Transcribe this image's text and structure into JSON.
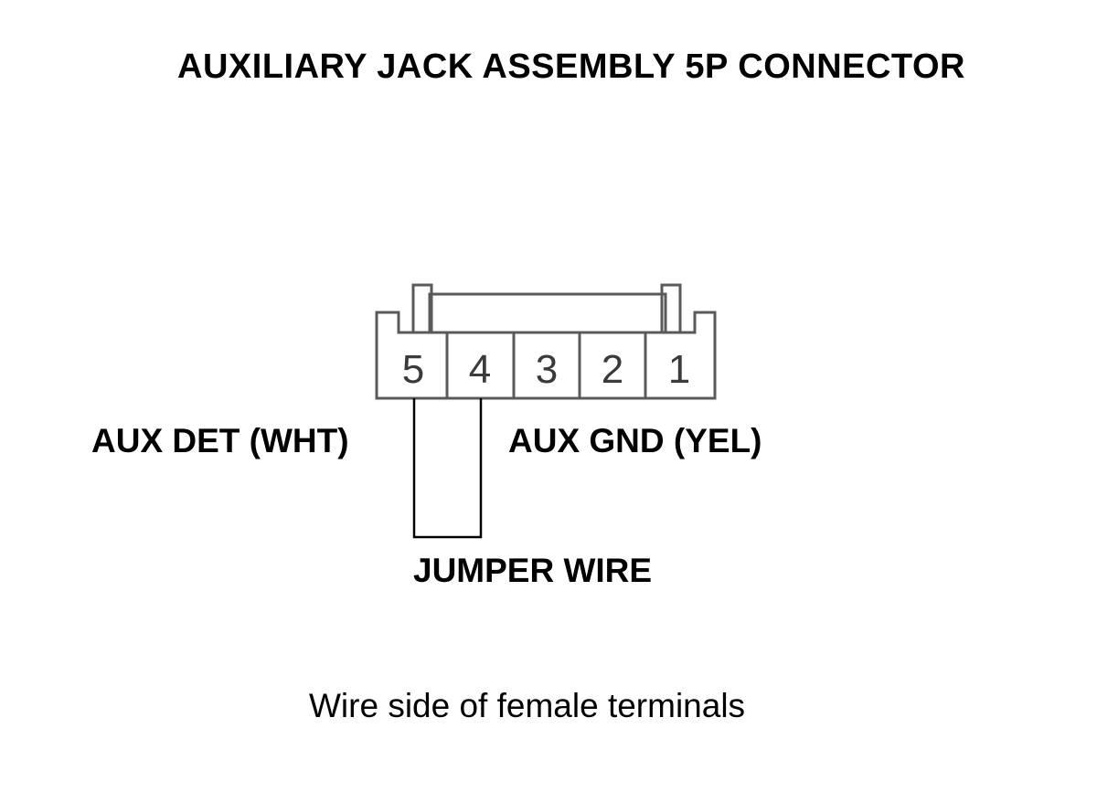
{
  "title": "AUXILIARY JACK ASSEMBLY 5P CONNECTOR",
  "connector": {
    "pins": [
      "5",
      "4",
      "3",
      "2",
      "1"
    ]
  },
  "labels": {
    "aux_det": "AUX DET (WHT)",
    "aux_gnd": "AUX GND (YEL)",
    "jumper": "JUMPER WIRE"
  },
  "caption": "Wire side of female terminals",
  "colors": {
    "outline": "#5a5a5a",
    "text": "#000000",
    "wire": "#000000"
  }
}
